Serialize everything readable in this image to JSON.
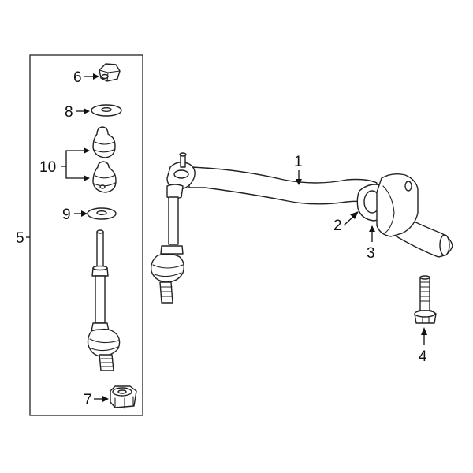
{
  "callouts": {
    "c1": "1",
    "c2": "2",
    "c3": "3",
    "c4": "4",
    "c5": "5",
    "c6": "6",
    "c7": "7",
    "c8": "8",
    "c9": "9",
    "c10": "10"
  },
  "colors": {
    "line": "#222222",
    "fill": "#ffffff"
  }
}
